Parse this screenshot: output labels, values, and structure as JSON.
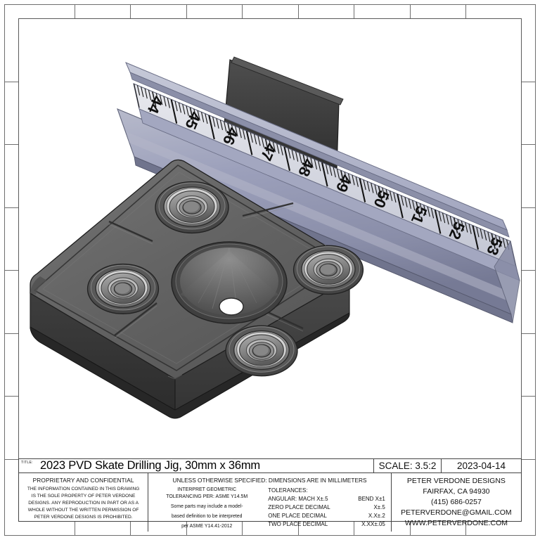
{
  "sheet": {
    "background": "#ffffff",
    "frame_color": "#5a5a5a"
  },
  "drawing": {
    "view_type": "isometric-3d-render",
    "part_name": "PVD Skate Drilling Jig",
    "body_color": "#6a6a6a",
    "body_dark": "#3a3a3a",
    "ruler_color": "#9a9db8",
    "ruler_face_color": "#b9bccd",
    "ruler_scale_units": "mm",
    "ruler_marks": [
      "44",
      "45",
      "46",
      "47",
      "48",
      "49",
      "50",
      "51",
      "52",
      "53"
    ],
    "feature_counterbored_holes": 4,
    "feature_center_countersink": 1
  },
  "titleblock": {
    "title_label": "TITLE:",
    "title": "2023 PVD Skate Drilling Jig, 30mm x 36mm",
    "scale": "SCALE: 3.5:2",
    "date": "2023-04-14",
    "proprietary": {
      "heading": "PROPRIETARY AND CONFIDENTIAL",
      "line1": "THE INFORMATION CONTAINED IN THIS DRAWING",
      "line2": "IS THE SOLE PROPERTY OF PETER VERDONE",
      "line3": "DESIGNS.  ANY  REPRODUCTION IN PART OR AS A",
      "line4": "WHOLE WITHOUT THE WRITTEN PERMISSION OF",
      "line5": "PETER VERDONE DESIGNS IS PROHIBITED."
    },
    "spec": {
      "heading": "UNLESS OTHERWISE SPECIFIED: DIMENSIONS ARE IN MILLIMETERS",
      "geo_line1": "INTERPRET GEOMETRIC",
      "geo_line2": "TOLERANCING PER: ASME Y14.5M",
      "model_line1": "Some parts may include a model-",
      "model_line2": "based definition to be interpreted",
      "model_line3": "per ASME Y14.41-2012",
      "tolerances_heading": "TOLERANCES:",
      "tolerances": [
        {
          "name": "ANGULAR: MACH X±.5",
          "value": "BEND X±1"
        },
        {
          "name": "ZERO PLACE DECIMAL",
          "value": "X±.5"
        },
        {
          "name": "ONE PLACE DECIMAL",
          "value": "X.X±.2"
        },
        {
          "name": "TWO PLACE DECIMAL",
          "value": "X.XX±.05"
        }
      ]
    },
    "company": {
      "name": "PETER VERDONE DESIGNS",
      "city": "FAIRFAX, CA 94930",
      "phone": "(415) 686-0257",
      "email": "PETERVERDONE@GMAIL.COM",
      "web": "WWW.PETERVERDONE.COM"
    }
  }
}
